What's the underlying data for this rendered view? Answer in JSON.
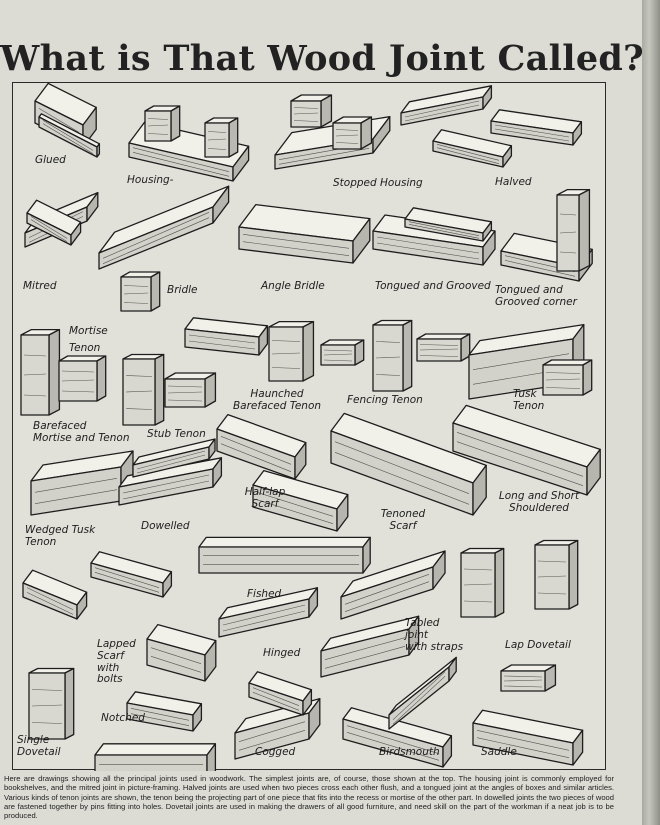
{
  "title": "What is That Wood Joint Called?",
  "joints": {
    "glued": "Glued",
    "housing": "Housing-",
    "stopped_housing": "Stopped Housing",
    "halved": "Halved",
    "mitred": "Mitred",
    "bridle": "Bridle",
    "angle_bridle": "Angle Bridle",
    "tongued_grooved": "Tongued and Grooved",
    "tongued_grooved_corner": "Tongued and\nGrooved corner",
    "mortise": "Mortise",
    "tenon": "Tenon",
    "barefaced_mortise_tenon": "Barefaced\nMortise and Tenon",
    "stub_tenon": "Stub Tenon",
    "haunched_barefaced_tenon": "Haunched\nBarefaced Tenon",
    "fencing_tenon": "Fencing Tenon",
    "tusk_tenon": "Tusk\nTenon",
    "half_lap_scarf": "Half-lap\nScarf",
    "tenoned_scarf": "Tenoned\nScarf",
    "long_short_shouldered": "Long and Short\nShouldered",
    "wedged_tusk_tenon": "Wedged Tusk\nTenon",
    "dowelled": "Dowelled",
    "fished": "Fished",
    "lapped_scarf_bolts": "Lapped\nScarf\nwith\nbolts",
    "hinged": "Hinged",
    "tabled_joint_straps": "Tabled\njoint\nwith straps",
    "lap_dovetail": "Lap Dovetail",
    "single_dovetail": "Single\nDovetail",
    "notched": "Notched",
    "cogged": "Cogged",
    "birdsmouth": "Birdsmouth",
    "saddle": "Saddle"
  },
  "caption": "Here are drawings showing all the principal joints used in woodwork.  The simplest joints are, of course, those shown at the top.  The housing joint is commonly employed for bookshelves, and the mitred joint in picture-framing.  Halved joints are used when two pieces cross each other flush, and a tongued joint at the angles of boxes and similar articles.  Various kinds of tenon joints are shown, the tenon being the projecting part of one piece that fits into the recess or mortise of the other part.  In dowelled joints the two pieces of wood are fastened together by pins fitting into holes. Dovetail joints are used in making the drawers of all good furniture, and need skill on the part of the workman if a neat job is to be produced.",
  "colors": {
    "paper": "#dcdcd5",
    "ink": "#1d1d1d",
    "panel_bg": "#e1e1da"
  }
}
